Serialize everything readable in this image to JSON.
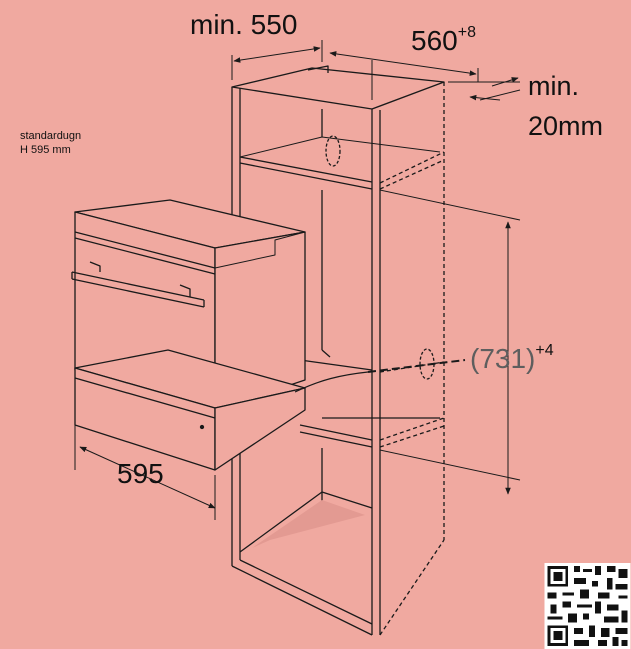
{
  "labels": {
    "min550": "min. 550",
    "depth560": "560",
    "depth560_tol": "+8",
    "gap_min": "min.",
    "gap_20mm": "20mm",
    "standard_1": "standardugn",
    "standard_2": "H 595 mm",
    "width595": "595",
    "height731": "(731)",
    "height731_tol": "+4"
  },
  "colors": {
    "background": "#f0a9a0",
    "line": "#1a1a1a",
    "dim_text_gray": "#5e5e5e"
  },
  "icons": {
    "qr": "qr-code-icon"
  }
}
